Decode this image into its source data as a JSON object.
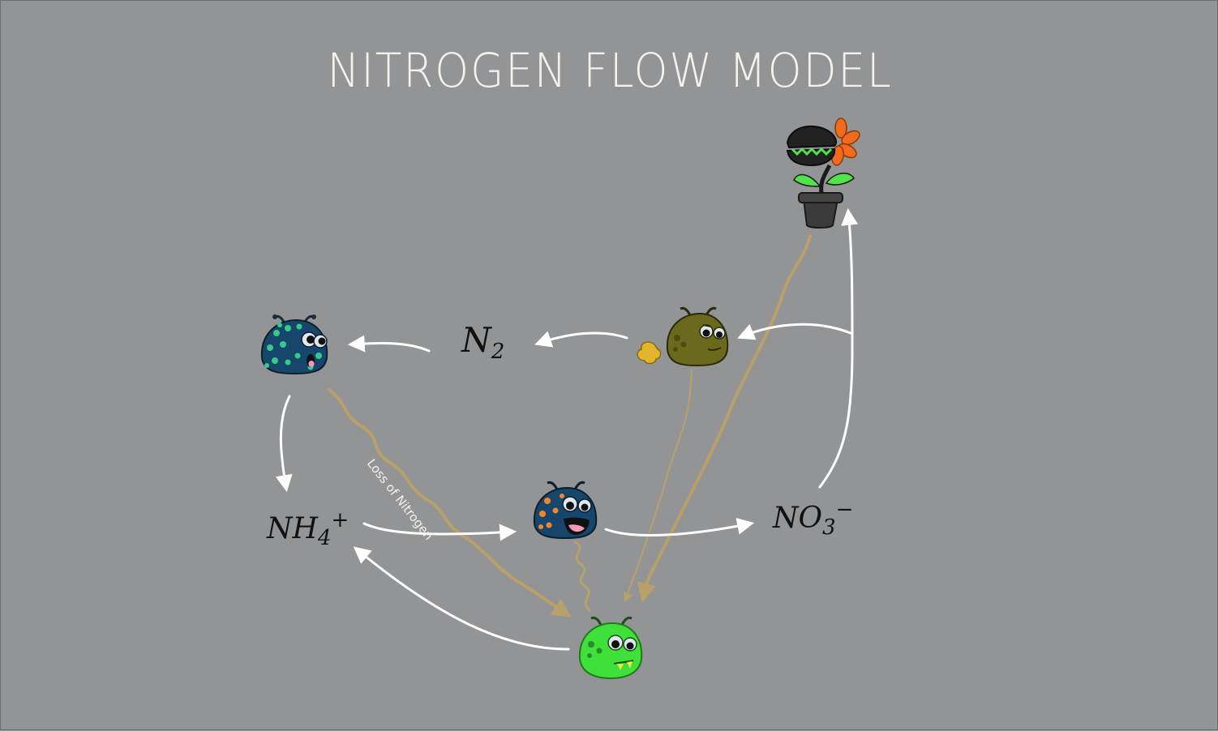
{
  "title": "NITROGEN FLOW MODEL",
  "labels": {
    "n2": {
      "main": "N",
      "sub": "2"
    },
    "nh4": {
      "main": "NH",
      "sub": "4",
      "sup": "+"
    },
    "no3": {
      "main": "NO",
      "sub": "3",
      "sup": "−"
    },
    "loss": "Loss of Nitrogen"
  },
  "colors": {
    "background": "#939496",
    "flow_arrow": "#ffffff",
    "loss_arrow": "#b8a06a",
    "title": "#f4f2ea",
    "fixer_microbe": "#16466b",
    "nitrifier_microbe": "#16466b",
    "denitrifier_microbe": "#6b6a1c",
    "decomposer_microbe": "#3fe03a",
    "plant_pot": "#3b3b3b",
    "plant_flower": "#f26a1b",
    "plant_leaves": "#52e24a"
  },
  "nodes": [
    {
      "id": "nitrogen-fixer",
      "icon": "blue-spotted-microbe-icon"
    },
    {
      "id": "n2-gas",
      "icon": "n2-label"
    },
    {
      "id": "denitrifier",
      "icon": "olive-microbe-icon"
    },
    {
      "id": "nh4",
      "icon": "nh4-label"
    },
    {
      "id": "nitrifier",
      "icon": "blue-orange-spotted-microbe-icon"
    },
    {
      "id": "no3",
      "icon": "no3-label"
    },
    {
      "id": "decomposer",
      "icon": "green-microbe-icon"
    },
    {
      "id": "plant",
      "icon": "carnivorous-plant-icon"
    }
  ]
}
